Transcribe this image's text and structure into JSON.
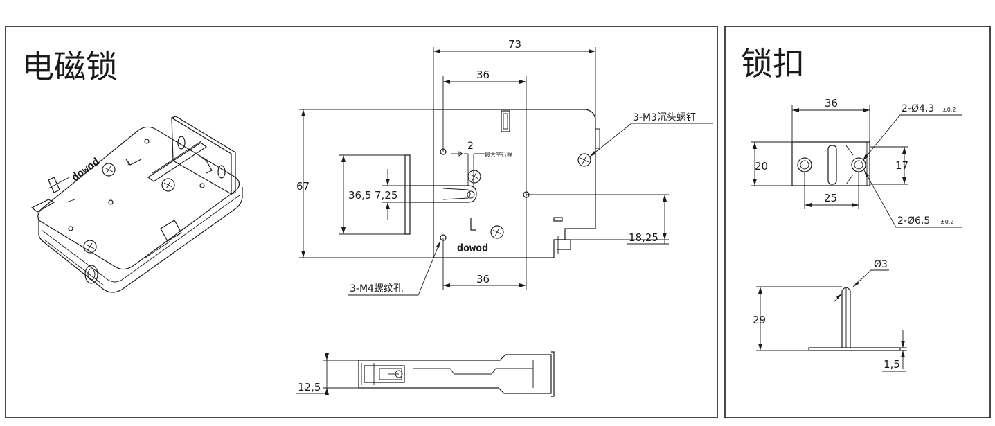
{
  "left_panel": {
    "title": "电磁锁",
    "brand_text": "dowod",
    "l_mark": "L",
    "front_view": {
      "width_73": "73",
      "width_36_top": "36",
      "height_67": "67",
      "height_36_5": "36,5",
      "height_7_25": "7,25",
      "offset_18_25": "18,25",
      "width_36_bottom": "36",
      "travel_2": "2",
      "travel_note": "最大空行程",
      "callout_screws": "3-M3沉头螺钉",
      "callout_holes": "3-M4螺纹孔"
    },
    "side_view": {
      "height_12_5": "12,5"
    }
  },
  "right_panel": {
    "title": "锁扣",
    "top_view": {
      "width_36": "36",
      "height_20": "20",
      "height_17": "17",
      "width_25": "25",
      "callout_small_hole": "2-Ø4,3",
      "callout_small_tol": "±0.2",
      "callout_large_hole": "2-Ø6,5",
      "callout_large_tol": "±0.2"
    },
    "side_view": {
      "diameter_3": "Ø3",
      "height_29": "29",
      "thickness_1_5": "1,5"
    }
  }
}
